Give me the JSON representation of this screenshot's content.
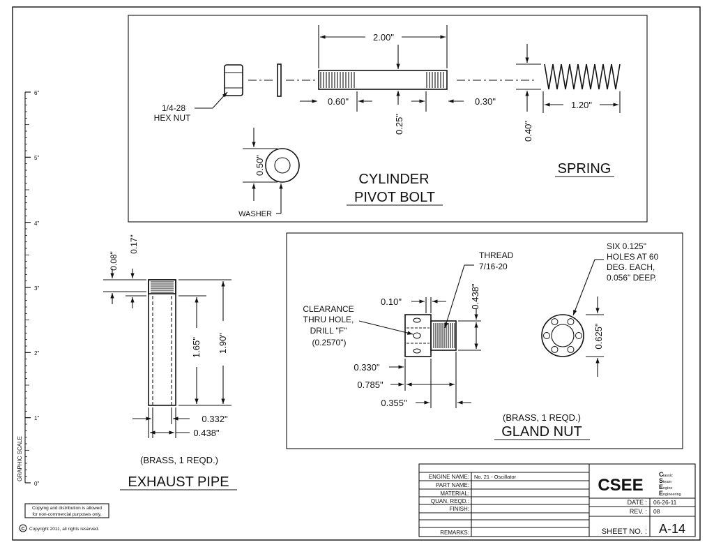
{
  "scale": {
    "title": "GRAPHIC SCALE",
    "marks": [
      "6\"",
      "5\"",
      "4\"",
      "3\"",
      "2\"",
      "1\"",
      "0\""
    ]
  },
  "pivot_bolt": {
    "title_line1": "CYLINDER",
    "title_line2": "PIVOT BOLT",
    "dim_length": "2.00\"",
    "dim_thread_left": "0.60\"",
    "dim_thread_right": "0.30\"",
    "dim_diameter": "0.25\"",
    "nut_label_line1": "1/4-28",
    "nut_label_line2": "HEX NUT",
    "washer_label": "WASHER",
    "washer_dim": "0.50\""
  },
  "spring": {
    "title": "SPRING",
    "dim_length": "1.20\"",
    "dim_diameter": "0.40\""
  },
  "exhaust_pipe": {
    "title": "EXHAUST PIPE",
    "note": "(BRASS, 1 REQD.)",
    "dim_a": "0.08\"",
    "dim_b": "0.17\"",
    "dim_bore_len": "1.65\"",
    "dim_total_len": "1.90\"",
    "dim_bore_dia": "0.332\"",
    "dim_outer_dia": "0.438\""
  },
  "gland_nut": {
    "title": "GLAND NUT",
    "note": "(BRASS, 1 REQD.)",
    "thread_line1": "THREAD",
    "thread_line2": "7/16-20",
    "holes_line1": "SIX 0.125\"",
    "holes_line2": "HOLES AT 60",
    "holes_line3": "DEG. EACH,",
    "holes_line4": "0.056\" DEEP.",
    "clear_line1": "CLEARANCE",
    "clear_line2": "THRU HOLE,",
    "clear_line3": "DRILL \"F\"",
    "clear_line4": "(0.2570\")",
    "dim_010": "0.10\"",
    "dim_0438": "0.438\"",
    "dim_0330": "0.330\"",
    "dim_0785": "0.785\"",
    "dim_0355": "0.355\"",
    "dim_0625": "0.625\""
  },
  "title_block": {
    "labels": {
      "engine_name": "ENGINE NAME:",
      "part_name": "PART NAME:",
      "material": "MATERIAL:",
      "quan": "QUAN. REQD.:",
      "finish": "FINISH:",
      "remarks": "REMARKS:",
      "date": "DATE :",
      "rev": "REV. :",
      "sheet": "SHEET NO. :"
    },
    "engine_name": "No. 21 - Oscillator",
    "date": "06-26-11",
    "rev": "08",
    "sheet": "A-14",
    "logo": "CSEE",
    "logo_words": [
      "lassic",
      "team",
      "ngine",
      "ngineering"
    ],
    "logo_letters": [
      "C",
      "S",
      "E",
      "E"
    ]
  },
  "copyright": {
    "note_line1": "Copying and distribution is allowed",
    "note_line2": "for non-commercial purposes only.",
    "line": "Copyright 2011, all rights reserved.",
    "symbol": "C"
  }
}
